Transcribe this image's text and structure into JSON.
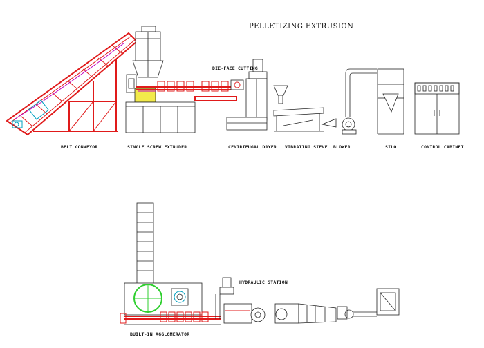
{
  "title": "PELLETIZING EXTRUSION",
  "labels": {
    "belt_conveyor": "BELT CONVEYOR",
    "single_screw_extruder": "SINGLE SCREW EXTRUDER",
    "die_face_cutting": "DIE-FACE CUTTING",
    "centrifugal_dryer": "CENTRIFUGAL DRYER",
    "vibrating_sieve": "VIBRATING SIEVE",
    "blower": "BLOWER",
    "silo": "SILO",
    "control_cabinet": "CONTROL CABINET",
    "hydraulic_station": "HYDRAULIC STATION",
    "built_in_agglomerator": "BUILT-IN AGGLOMERATOR"
  },
  "colors": {
    "frame_red": "#e01a1a",
    "highlight_yellow": "#f2ea4a",
    "agglomerator_green": "#2fcf2f",
    "accent_magenta": "#c000c0",
    "accent_cyan": "#00a0c0",
    "line_dark": "#222222"
  }
}
